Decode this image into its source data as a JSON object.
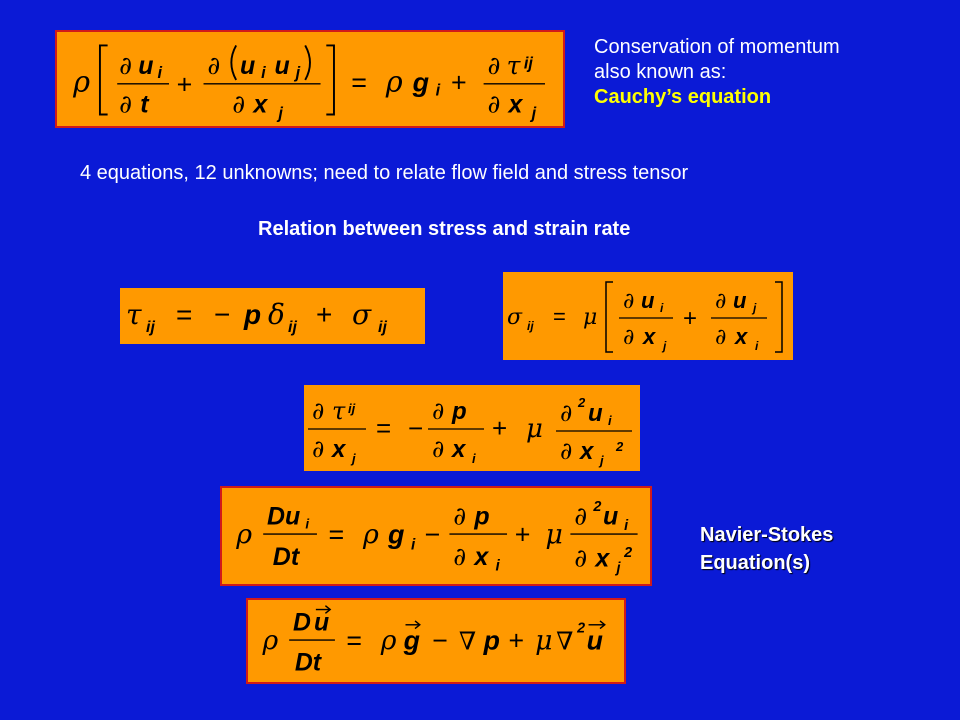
{
  "colors": {
    "background": "#0b1ad6",
    "box": "#ff9900",
    "box_border": "#d11a1a",
    "highlight": "#ffff00",
    "text": "#ffffff"
  },
  "caption": {
    "line1": "Conservation of momentum",
    "line2": "also known as:",
    "line3": "Cauchy’s equation"
  },
  "note": "4 equations, 12 unknowns; need to relate flow field and stress tensor",
  "heading": "Relation between stress and strain rate",
  "ns_label": {
    "line1": "Navier-Stokes",
    "line2": "Equation(s)"
  }
}
